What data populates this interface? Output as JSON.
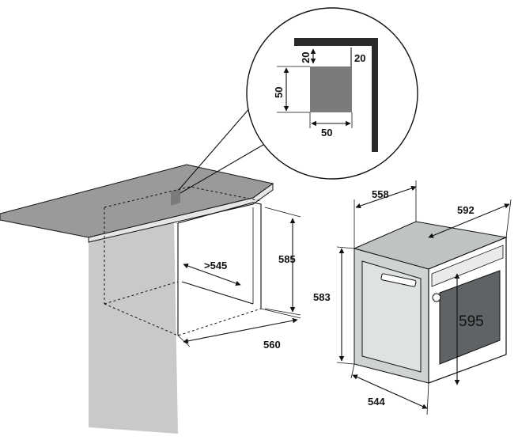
{
  "colors": {
    "counter_top": "#9a9a9a",
    "cabinet_side": "#c9c9c9",
    "vent_square": "#7b7b7b",
    "detail_bracket": "#2a2a2a",
    "oven_panel": "#cfd3d4",
    "oven_top": "#bfc3c4"
  },
  "detail": {
    "vent_width": "50",
    "vent_height": "50",
    "gap_top": "20",
    "gap_side": "20"
  },
  "cabinet": {
    "depth_min": ">545",
    "height": "585",
    "depth": "560"
  },
  "oven": {
    "depth_top": "558",
    "width_top": "592",
    "height_total": "583",
    "height_front": "595",
    "depth_bottom": "544"
  }
}
